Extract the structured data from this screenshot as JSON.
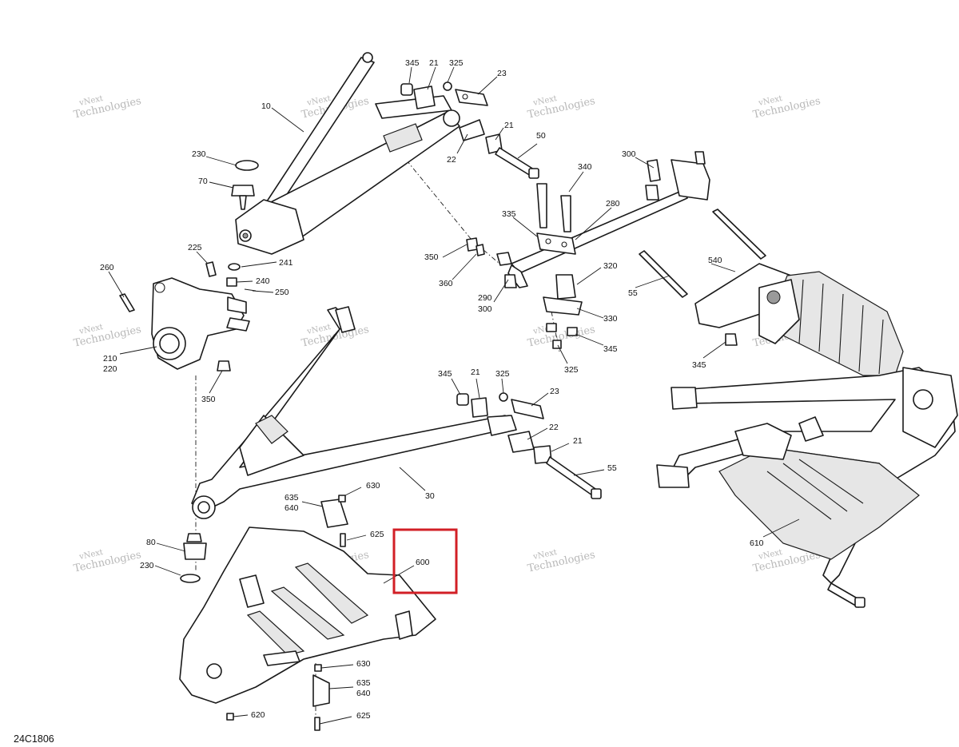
{
  "diagram_code": "24C1806",
  "highlight_color": "#d21f26",
  "watermark": {
    "line1": "vNext",
    "line2": "Technologies"
  },
  "callouts": {
    "c345a": "345",
    "c21a": "21",
    "c325a": "325",
    "c23a": "23",
    "c10": "10",
    "c21b": "21",
    "c22a": "22",
    "c50": "50",
    "c230a": "230",
    "c70": "70",
    "c300a": "300",
    "c340": "340",
    "c280": "280",
    "c335": "335",
    "c225": "225",
    "c241": "241",
    "c350a": "350",
    "c360": "360",
    "c540": "540",
    "c260": "260",
    "c240": "240",
    "c250": "250",
    "c320": "320",
    "c290": "290",
    "c300b": "300",
    "c55a": "55",
    "c330": "330",
    "c345b": "345",
    "c210": "210",
    "c220": "220",
    "c325b": "325",
    "c345c": "345",
    "c350b": "350",
    "c345d": "345",
    "c21c": "21",
    "c325c": "325",
    "c23b": "23",
    "c22b": "22",
    "c21d": "21",
    "c55b": "55",
    "c30": "30",
    "c635a": "635",
    "c640a": "640",
    "c630a": "630",
    "c625a": "625",
    "c600": "600",
    "c610": "610",
    "c80": "80",
    "c230b": "230",
    "c630b": "630",
    "c635b": "635",
    "c640b": "640",
    "c620": "620",
    "c625b": "625"
  }
}
